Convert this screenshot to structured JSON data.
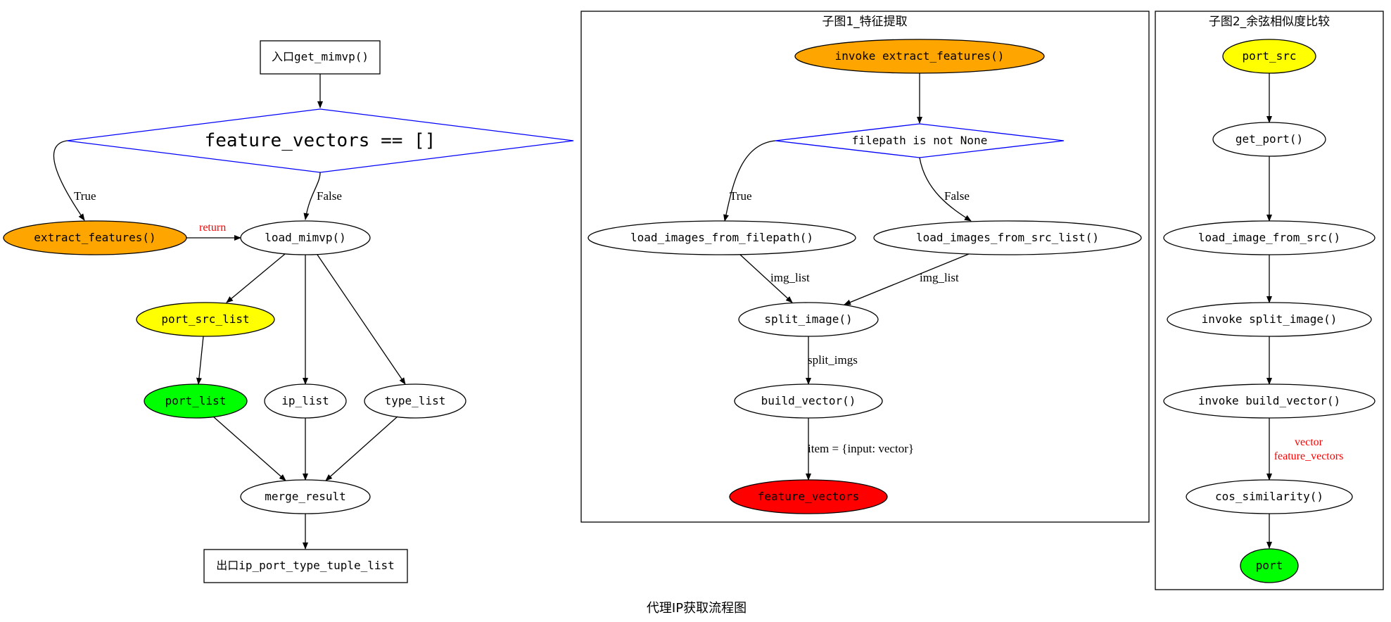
{
  "title": "代理IP获取流程图",
  "colors": {
    "orange": "#FFA500",
    "yellow": "#FFFF00",
    "green": "#00FF00",
    "red": "#FF0000",
    "diamond_stroke": "#0000FF",
    "return_label": "#FF0000"
  },
  "main": {
    "entry": "入口get_mimvp()",
    "decision": "feature_vectors == []",
    "true_label": "True",
    "false_label": "False",
    "extract": "extract_features()",
    "return_label": "return",
    "load": "load_mimvp()",
    "port_src_list": "port_src_list",
    "port_list": "port_list",
    "ip_list": "ip_list",
    "type_list": "type_list",
    "merge": "merge_result",
    "exit": "出口ip_port_type_tuple_list"
  },
  "sub1": {
    "title": "子图1_特征提取",
    "invoke": "invoke extract_features()",
    "decision": "filepath is not None",
    "true_label": "True",
    "false_label": "False",
    "load_fp": "load_images_from_filepath()",
    "load_src": "load_images_from_src_list()",
    "img_list_left": "img_list",
    "img_list_right": "img_list",
    "split": "split_image()",
    "split_imgs": "split_imgs",
    "build": "build_vector()",
    "item_label": "item = {input: vector}",
    "feature_vectors": "feature_vectors"
  },
  "sub2": {
    "title": "子图2_余弦相似度比较",
    "port_src": "port_src",
    "get_port": "get_port()",
    "load_image": "load_image_from_src()",
    "invoke_split": "invoke split_image()",
    "invoke_build": "invoke build_vector()",
    "edge_label_1": "vector",
    "edge_label_2": "feature_vectors",
    "cos": "cos_similarity()",
    "port": "port"
  }
}
